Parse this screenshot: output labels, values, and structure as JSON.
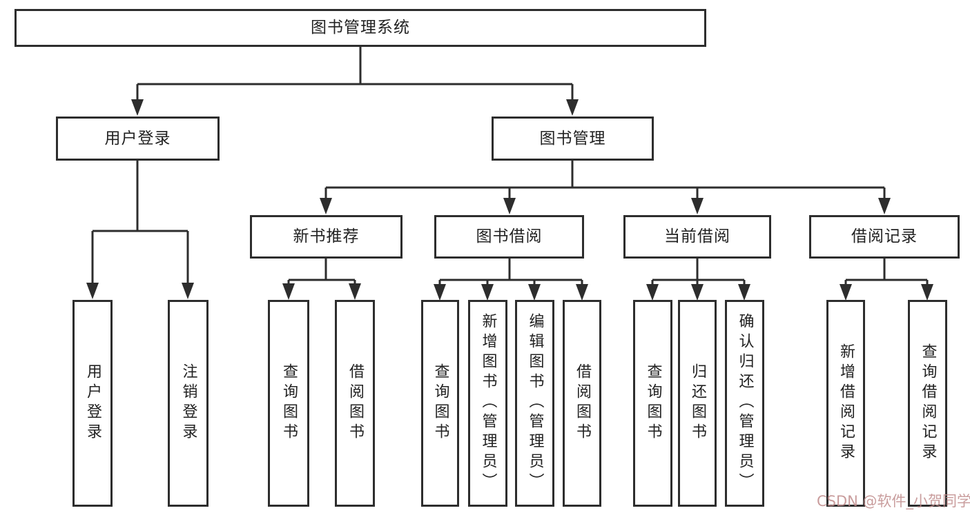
{
  "nodes": {
    "root": {
      "label": "图书管理系统"
    },
    "level2": [
      {
        "label": "用户登录"
      },
      {
        "label": "图书管理"
      }
    ],
    "level3": [
      {
        "label": "新书推荐"
      },
      {
        "label": "图书借阅"
      },
      {
        "label": "当前借阅"
      },
      {
        "label": "借阅记录"
      }
    ],
    "leaves": [
      {
        "label": "用户登录"
      },
      {
        "label": "注销登录"
      },
      {
        "label": "查询图书"
      },
      {
        "label": "借阅图书"
      },
      {
        "label": "查询图书"
      },
      {
        "label": "新增图书（管理员）"
      },
      {
        "label": "编辑图书（管理员）"
      },
      {
        "label": "借阅图书"
      },
      {
        "label": "查询图书"
      },
      {
        "label": "归还图书"
      },
      {
        "label": "确认归还（管理员）"
      },
      {
        "label": "新增借阅记录"
      },
      {
        "label": "查询借阅记录"
      }
    ]
  },
  "watermark": {
    "text": "CSDN @软件_小贺同学",
    "color": "#c08c8c"
  },
  "colors": {
    "line": "#2d2d2d",
    "text": "#222222",
    "node_background": "#ffffff",
    "page_background": "#ffffff"
  }
}
